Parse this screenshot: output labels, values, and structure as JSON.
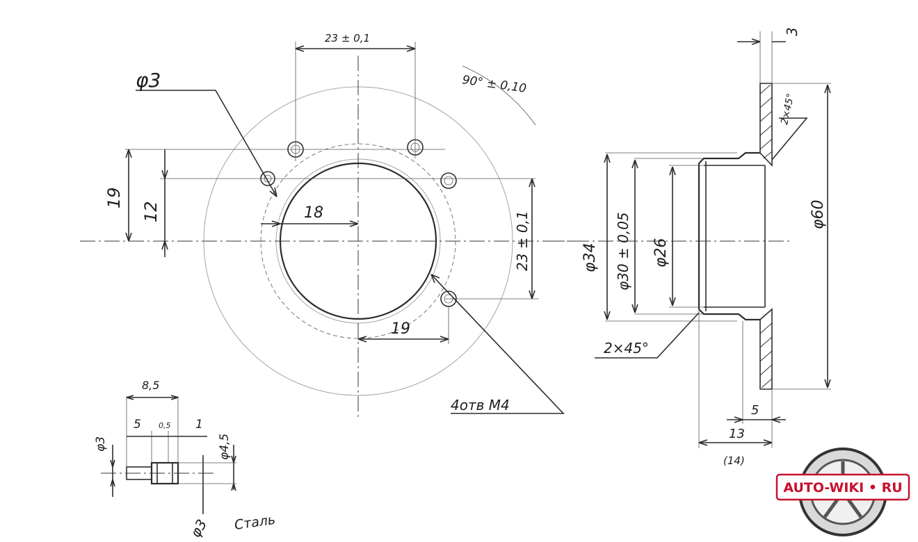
{
  "labels": {
    "dim_23_top": "23 ± 0,1",
    "phi3_top": "φ3",
    "angle_tol": "90° ± 0,10",
    "dim_19_left": "19",
    "dim_12": "12",
    "dim_18": "18",
    "dim_23_right": "23 ± 0,1",
    "dim_19_bottom": "19",
    "holes_note": "4отв М4",
    "phi34": "φ34",
    "phi30": "φ30 ± 0,05",
    "phi26": "φ26",
    "phi60": "φ60",
    "chamfer_top": "2×45°",
    "chamfer_bottom": "2×45°",
    "dim_3": "3",
    "dim_5": "5",
    "dim_13": "13",
    "note_14": "(14)",
    "pin_85": "8,5",
    "pin_5": "5",
    "pin_05": "0,5",
    "pin_1": "1",
    "pin_phi3": "φ3",
    "pin_phi45": "φ4,5",
    "pin_phi3_bottom": "φ3",
    "material": "Сталь"
  },
  "watermark": {
    "text": "AUTO-WIKI • RU",
    "color": "#c8102e"
  }
}
